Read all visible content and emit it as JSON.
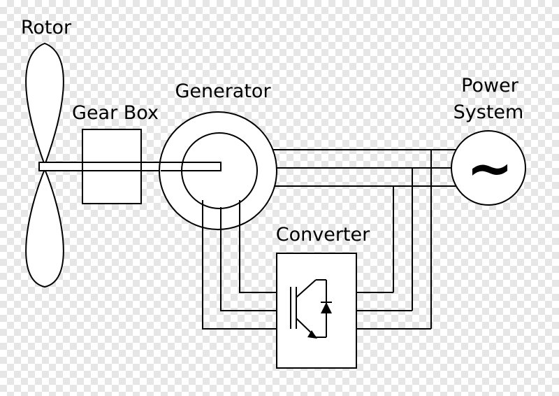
{
  "labels": {
    "rotor": "Rotor",
    "gearbox": "Gear Box",
    "generator": "Generator",
    "power_line1": "Power",
    "power_line2": "System",
    "converter": "Converter",
    "ac_symbol": "~"
  },
  "colors": {
    "stroke": "#000000",
    "fill": "#ffffff"
  },
  "icons": {
    "converter": "igbt-diode-icon",
    "grid": "ac-source-icon"
  }
}
